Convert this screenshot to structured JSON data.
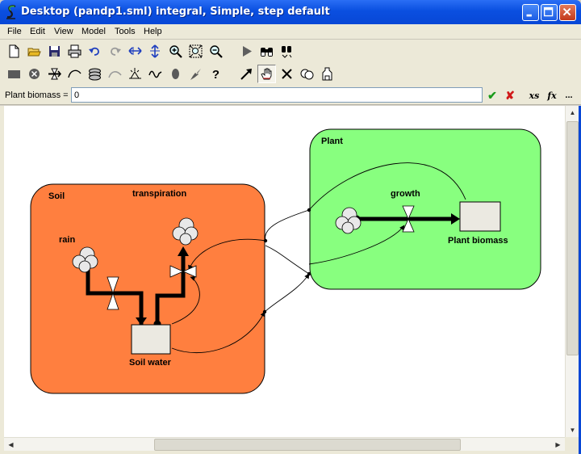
{
  "window": {
    "title": "Desktop (pandp1.sml) integral, Simple, step default"
  },
  "menu": [
    "File",
    "Edit",
    "View",
    "Model",
    "Tools",
    "Help"
  ],
  "equation_bar": {
    "label": "Plant biomass =",
    "value": "0"
  },
  "model": {
    "submodels": [
      {
        "name": "Soil",
        "color": "#ff7f3f"
      },
      {
        "name": "Plant",
        "color": "#88ff7f"
      }
    ],
    "compartments": [
      {
        "name": "Soil water"
      },
      {
        "name": "Plant biomass"
      }
    ],
    "flows": [
      {
        "name": "rain"
      },
      {
        "name": "transpiration"
      },
      {
        "name": "growth"
      }
    ]
  },
  "icons": {
    "toolbar1": [
      "new-file-icon",
      "open-folder-icon",
      "save-icon",
      "print-icon",
      "undo-icon",
      "redo-icon",
      "scroll-horizontal-icon",
      "scroll-vertical-icon",
      "zoom-in-icon",
      "zoom-fit-icon",
      "zoom-out-icon",
      "run-icon",
      "binoculars-icon",
      "find-replace-icon"
    ],
    "toolbar2": [
      "compartment-tool-icon",
      "source-sink-tool-icon",
      "flow-tool-icon",
      "influence-tool-icon",
      "submodel-tool-icon",
      "arc-tool-icon",
      "variable-tool-icon",
      "wave-tool-icon",
      "parameter-tool-icon",
      "pin-tool-icon",
      "help-icon",
      "select-arrow-icon",
      "hand-icon",
      "delete-icon",
      "clone-icon",
      "fit-icon"
    ]
  }
}
